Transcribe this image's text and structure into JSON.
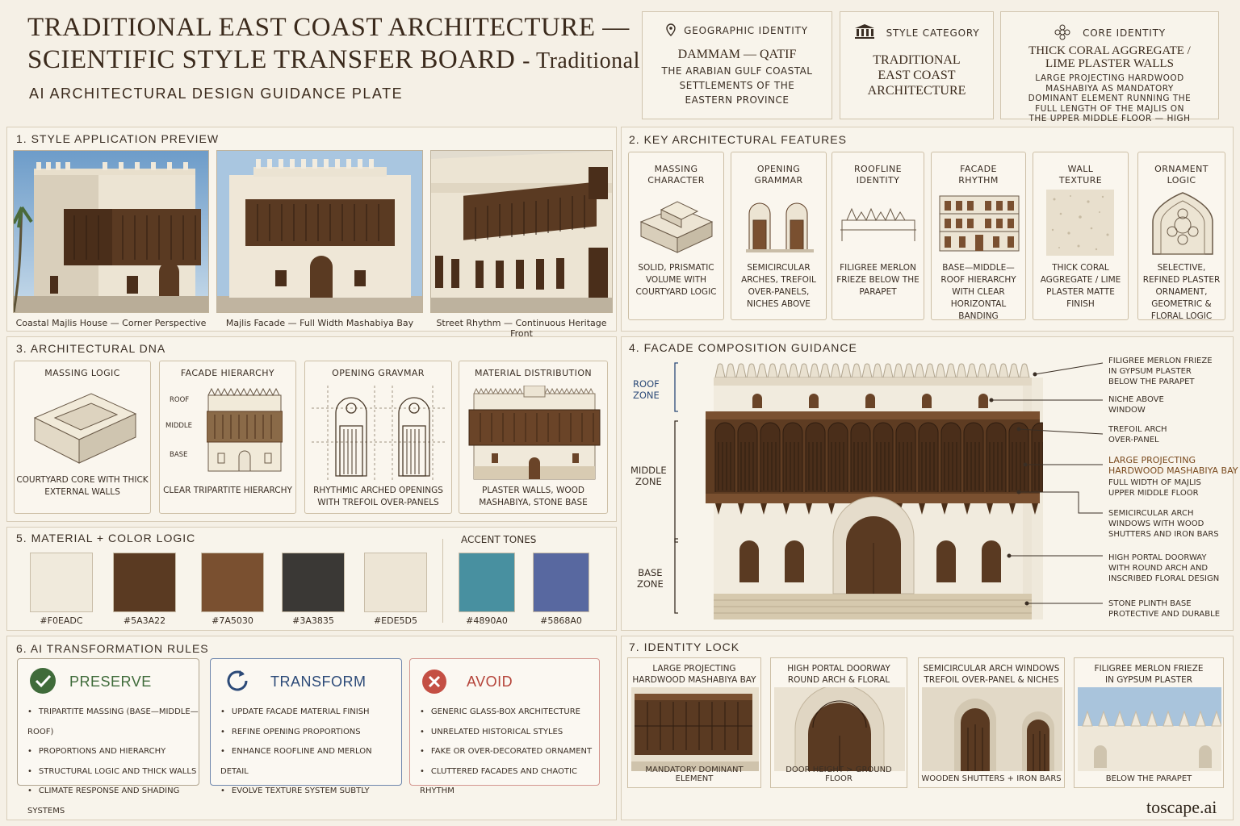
{
  "header": {
    "title_line1": "TRADITIONAL EAST COAST ARCHITECTURE —",
    "title_line2": "SCIENTIFIC STYLE TRANSFER BOARD",
    "title_suffix": "- Traditional",
    "subtitle": "AI ARCHITECTURAL DESIGN GUIDANCE PLATE"
  },
  "identity": [
    {
      "label": "GEOGRAPHIC IDENTITY",
      "icon": "location-pin-icon",
      "main": "DAMMAM — QATIF",
      "detail": "THE ARABIAN GULF COASTAL SETTLEMENTS OF THE EASTERN PROVINCE"
    },
    {
      "label": "STYLE CATEGORY",
      "icon": "columns-building-icon",
      "main": "TRADITIONAL EAST COAST ARCHITECTURE",
      "detail": ""
    },
    {
      "label": "CORE IDENTITY",
      "icon": "ornament-flower-icon",
      "main": "THICK CORAL AGGREGATE / LIME PLASTER WALLS",
      "detail": "LARGE PROJECTING HARDWOOD MASHABIYA AS MANDATORY DOMINANT ELEMENT RUNNING THE FULL LENGTH OF THE MAJLIS ON THE UPPER MIDDLE FLOOR — HIGH"
    }
  ],
  "sections": {
    "s1": "1. STYLE APPLICATION PREVIEW",
    "s2": "2. KEY ARCHITECTURAL FEATURES",
    "s3": "3. ARCHITECTURAL DNA",
    "s4": "4. FACADE COMPOSITION GUIDANCE",
    "s5": "5. MATERIAL + COLOR LOGIC",
    "s6": "6. AI TRANSFORMATION RULES",
    "s7": "7.  IDENTITY LOCK"
  },
  "previews": [
    "Coastal Majlis House — Corner Perspective",
    "Majlis Facade — Full Width Mashabiya Bay",
    "Street Rhythm — Continuous Heritage Front"
  ],
  "features": [
    {
      "title": "MASSING\nCHARACTER",
      "desc": "SOLID, PRISMATIC VOLUME WITH COURTYARD LOGIC"
    },
    {
      "title": "OPENING\nGRAMMAR",
      "desc": "SEMICIRCULAR ARCHES, TREFOIL OVER-PANELS, NICHES ABOVE"
    },
    {
      "title": "ROOFLINE\nIDENTITY",
      "desc": "FILIGREE MERLON FRIEZE BELOW THE PARAPET"
    },
    {
      "title": "FACADE\nRHYTHM",
      "desc": "BASE—MIDDLE—ROOF HIERARCHY WITH CLEAR HORIZONTAL BANDING"
    },
    {
      "title": "WALL\nTEXTURE",
      "desc": "THICK CORAL AGGREGATE / LIME PLASTER MATTE FINISH"
    },
    {
      "title": "ORNAMENT\nLOGIC",
      "desc": "SELECTIVE, REFINED PLASTER ORNAMENT, GEOMETRIC & FLORAL LOGIC"
    }
  ],
  "dna": [
    {
      "title": "MASSING LOGIC",
      "desc": "COURTYARD CORE WITH THICK EXTERNAL WALLS"
    },
    {
      "title": "FACADE HIERARCHY",
      "desc": "CLEAR TRIPARTITE HIERARCHY",
      "labels": [
        "ROOF",
        "MIDDLE",
        "BASE"
      ]
    },
    {
      "title": "OPENING GRAVMAR",
      "desc": "RHYTHMIC ARCHED OPENINGS WITH TREFOIL OVER-PANELS"
    },
    {
      "title": "MATERIAL DISTRIBUTION",
      "desc": "PLASTER WALLS, WOOD MASHABIYA, STONE BASE"
    }
  ],
  "colors": {
    "main": [
      "#F0EADC",
      "#5A3A22",
      "#7A5030",
      "#3A3835",
      "#EDE5D5"
    ],
    "accent_title": "ACCENT TONES",
    "accent": [
      "#4890A0",
      "#5868A0"
    ]
  },
  "rules": [
    {
      "title": "PRESERVE",
      "color": "#3f6b3a",
      "icon": "check-circle-icon",
      "items": [
        "TRIPARTITE MASSING (BASE—MIDDLE—ROOF)",
        "PROPORTIONS AND HIERARCHY",
        "STRUCTURAL LOGIC AND THICK WALLS",
        "CLIMATE RESPONSE AND SHADING SYSTEMS"
      ]
    },
    {
      "title": "TRANSFORM",
      "color": "#2c4a78",
      "icon": "refresh-icon",
      "items": [
        "UPDATE FACADE MATERIAL FINISH",
        "REFINE OPENING PROPORTIONS",
        "ENHANCE ROOFLINE AND MERLON DETAIL",
        "EVOLVE TEXTURE SYSTEM SUBTLY"
      ]
    },
    {
      "title": "AVOID",
      "color": "#b5443a",
      "icon": "x-circle-icon",
      "items": [
        "GENERIC GLASS-BOX ARCHITECTURE",
        "UNRELATED HISTORICAL STYLES",
        "FAKE OR OVER-DECORATED ORNAMENT",
        "CLUTTERED FACADES AND CHAOTIC RHYTHM"
      ]
    }
  ],
  "zones": [
    "ROOF\nZONE",
    "MIDDLE\nZONE",
    "BASE\nZONE"
  ],
  "annotations": [
    "FILIGREE MERLON FRIEZE\nIN GYPSUM PLASTER\nBELOW THE PARAPET",
    "NICHE ABOVE\nWINDOW",
    "TREFOIL ARCH\nOVER-PANEL",
    "LARGE PROJECTING\nHARDWOOD MASHABIYA BAY",
    "FULL WIDTH OF MAJLIS\nUPPER MIDDLE FLOOR",
    "SEMICIRCULAR ARCH\nWINDOWS WITH WOOD\nSHUTTERS AND IRON BARS",
    "HIGH PORTAL DOORWAY\nWITH ROUND ARCH AND\nINSCRIBED FLORAL DESIGN",
    "STONE PLINTH BASE\nPROTECTIVE AND DURABLE"
  ],
  "locks": [
    {
      "top": "LARGE PROJECTING\nHARDWOOD MASHABIYA BAY",
      "bottom": "MANDATORY DOMINANT ELEMENT"
    },
    {
      "top": "HIGH PORTAL DOORWAY\nROUND ARCH & FLORAL DESIGN",
      "bottom": "DOOR HEIGHT > GROUND FLOOR"
    },
    {
      "top": "SEMICIRCULAR ARCH WINDOWS\nTREFOIL OVER-PANEL & NICHES",
      "bottom": "WOODEN SHUTTERS + IRON BARS"
    },
    {
      "top": "FILIGREE MERLON FRIEZE\nIN GYPSUM PLASTER",
      "bottom": "BELOW THE PARAPET"
    }
  ],
  "brand": "toscape.ai"
}
